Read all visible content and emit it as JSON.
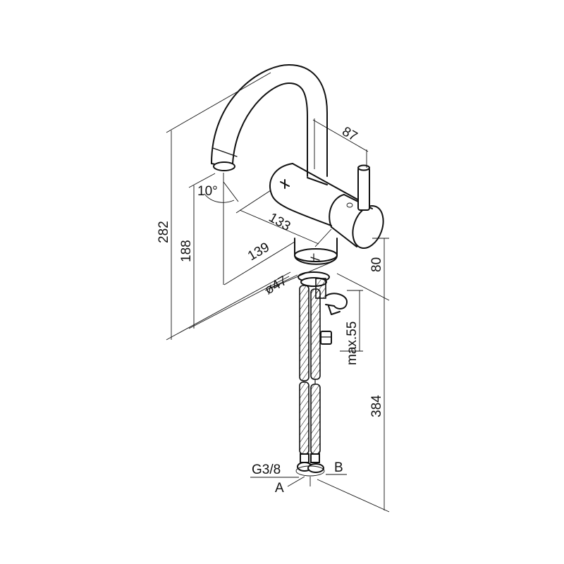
{
  "dimensions": {
    "d87": "87",
    "d133": "133",
    "d139": "139",
    "d282": "282",
    "d188": "188",
    "d10deg": "10°",
    "d47": "ø47",
    "d80": "80",
    "dmax55": "max.55",
    "d384": "384"
  },
  "callouts": {
    "thread": "G3/8",
    "a": "A",
    "b": "B"
  }
}
